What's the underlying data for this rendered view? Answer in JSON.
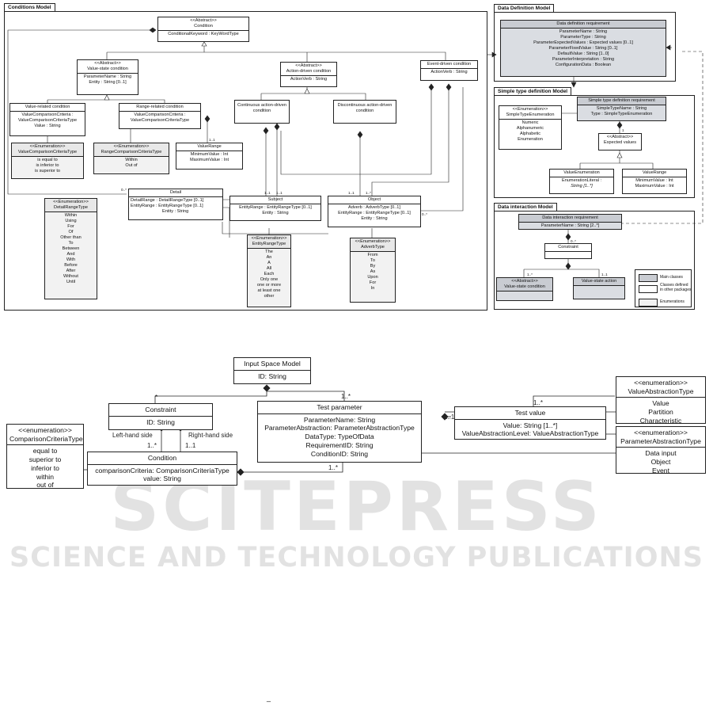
{
  "watermark": {
    "logo": "SCITEPRESS",
    "tagline": "SCIENCE AND TECHNOLOGY PUBLICATIONS"
  },
  "colors": {
    "main": "#c9ccd2",
    "enum": "#f2f2f2",
    "line": "#222222"
  },
  "top": {
    "conditions": {
      "tab": "Conditions Model",
      "condition": {
        "stereo": "<<Abstract>>",
        "name": "Condition",
        "attrs": [
          "ConditionalKeyword : KeyWordType"
        ]
      },
      "value_state": {
        "stereo": "<<Abstract>>",
        "name": "Value-state condition",
        "attrs": [
          "ParameterName : String",
          "Entity : String [0..1]"
        ]
      },
      "action_driven": {
        "stereo": "<<Abstract>>",
        "name": "Action-driven condition",
        "attrs": [
          "ActionVerb : String"
        ]
      },
      "event_driven": {
        "name": "Event-driven condition",
        "attrs": [
          "ActionVerb : String"
        ]
      },
      "value_related": {
        "name": "Value-related condition",
        "attrs": [
          "ValueComparisonCriteria :",
          "ValueComparisonCriteriaType",
          "Value : String"
        ]
      },
      "range_related": {
        "name": "Range-related condition",
        "attrs": [
          "ValueComparisonCriteria :",
          "ValueComparisonCriteriaType"
        ]
      },
      "continuous": {
        "name": "Continuous action-driven condition"
      },
      "discontinuous": {
        "name": "Discontinuous action-driven condition"
      },
      "vcc_enum": {
        "stereo": "<<Enumeration>>",
        "name": "ValueComparisonCriteriaType",
        "values": [
          "is equal to",
          "is inferior to",
          "is superior to"
        ]
      },
      "rcc_enum": {
        "stereo": "<<Enumeration>>",
        "name": "RangeComparisonCriteriaType",
        "values": [
          "Within",
          "Out of"
        ]
      },
      "value_range": {
        "name": "ValueRange",
        "attrs": [
          "MinimumValue : Int",
          "MaximumValue : Int"
        ]
      },
      "detail": {
        "name": "Detail",
        "attrs": [
          "DetailRange : DetailRangeType [0..1]",
          "EntityRange : EntityRangeType [0..1]",
          "Entity : String"
        ]
      },
      "detail_enum": {
        "stereo": "<<Enumeration>>",
        "name": "DetailRangeType",
        "values": [
          "Within",
          "Using",
          "For",
          "Of",
          "Other than",
          "To",
          "Between",
          "And",
          "With",
          "Before",
          "After",
          "Without",
          "Until"
        ]
      },
      "subject": {
        "name": "Subject",
        "attrs": [
          "EntityRange : EntityRangeType [0..1]",
          "Entity : String"
        ]
      },
      "object": {
        "name": "Object",
        "attrs": [
          "Adverb : AdverbType [0..1]",
          "EntityRange : EntityRangeType [0..1]",
          "Entity : String"
        ]
      },
      "entity_enum": {
        "stereo": "<<Enumeration>>",
        "name": "EntityRangeType",
        "values": [
          "The",
          "An",
          "A",
          "All",
          "Each",
          "Only one",
          "one or more",
          "at least one",
          "other"
        ]
      },
      "adverb_enum": {
        "stereo": "<<Enumeration>>",
        "name": "AdverbType",
        "values": [
          "From",
          "To",
          "By",
          "As",
          "Upon",
          "For",
          "In"
        ]
      },
      "mult": {
        "range_value": "1..1",
        "detail": "0..*",
        "subject": "1..1",
        "subject2": "1..1",
        "object": "1..1",
        "object2": "1..*",
        "object3": "0..*"
      }
    },
    "data_definition": {
      "tab": "Data Definition Model",
      "req": {
        "name": "Data definition requirement",
        "attrs": [
          "ParameterName : String",
          "ParameterType : String",
          "ParameterExpectedValues : Expected values [0..1]",
          "ParameterFixedValue : String [0..1]",
          "DefaultValue : String [1..0]",
          "ParameterInterpretation : String",
          "ConfigurationData : Boolean"
        ]
      }
    },
    "simple_type": {
      "tab": "Simple type definition Model",
      "enum": {
        "stereo": "<<Enumeration>>",
        "name": "SimpleTypeEnumeration",
        "values": [
          "Numeric",
          "Alphanumeric",
          "Alphabetic",
          "Enumeration"
        ]
      },
      "req": {
        "name": "Simple type definition requirement",
        "attrs": [
          "SimpleTypeName : String",
          "Type : SimpleTypeEnumeration"
        ]
      },
      "expected": {
        "stereo": "<<Abstract>>",
        "name": "Expected values"
      },
      "value_enum": {
        "name": "ValueEnumeration",
        "attrs": [
          "EnumerationLiteral :",
          "String [1..*]"
        ]
      },
      "value_range": {
        "name": "ValueRange",
        "attrs": [
          "MinimumValue : Int",
          "MaximumValue : Int"
        ]
      },
      "mult": "1"
    },
    "interaction": {
      "tab": "Data interaction Model",
      "req": {
        "name": "Data interaction requirement",
        "attrs": [
          "ParameterName : String [2..*]"
        ]
      },
      "constraint": {
        "name": "Constraint"
      },
      "value_state": {
        "stereo": "<<Abstract>>",
        "name": "Value-state condition"
      },
      "value_action": {
        "name": "Value-state action"
      },
      "mult": {
        "a": "0..*",
        "b": "1..*",
        "c": "1..1"
      },
      "legend": [
        "Main classes",
        "Classes defined in other packages",
        "Enumerations"
      ]
    }
  },
  "bottom": {
    "ism": {
      "name": "Input Space Model",
      "attrs": [
        "ID: String"
      ]
    },
    "constraint": {
      "name": "Constraint",
      "attrs": [
        "ID: String"
      ]
    },
    "test_parameter": {
      "name": "Test parameter",
      "attrs": [
        "ParameterName: String",
        "ParameterAbstraction: ParameterAbstractionType",
        "DataType: TypeOfData",
        "RequirementID: String",
        "ConditionID: String"
      ]
    },
    "test_value": {
      "name": "Test value",
      "attrs": [
        "Value: String [1..*]",
        "ValueAbstractionLevel: ValueAbstractionType"
      ]
    },
    "condition": {
      "name": "Condition",
      "attrs": [
        "comparisonCriteria: ComparisonCriteriaType",
        "value: String"
      ]
    },
    "cc_enum": {
      "stereo": "<<enumeration>>",
      "name": "ComparisonCriteriaType",
      "values": [
        "equal to",
        "superior to",
        "inferior to",
        "within",
        "out of"
      ]
    },
    "va_enum": {
      "stereo": "<<enumeration>>",
      "name": "ValueAbstractionType",
      "values": [
        "Value",
        "Partition",
        "Characteristic"
      ]
    },
    "pa_enum": {
      "stereo": "<<enumeration>>",
      "name": "ParameterAbstractionType",
      "values": [
        "Data input",
        "Object",
        "Event"
      ]
    },
    "labels": {
      "star": "*",
      "tp_mult": "1..*",
      "tv_mult": "1..*",
      "tv_left": "1..1",
      "lhs": "Left-hand side",
      "rhs": "Right-hand side",
      "lhs_m": "1..*",
      "rhs_m": "1..1",
      "cond_m": "1..*"
    }
  },
  "caption": "_"
}
